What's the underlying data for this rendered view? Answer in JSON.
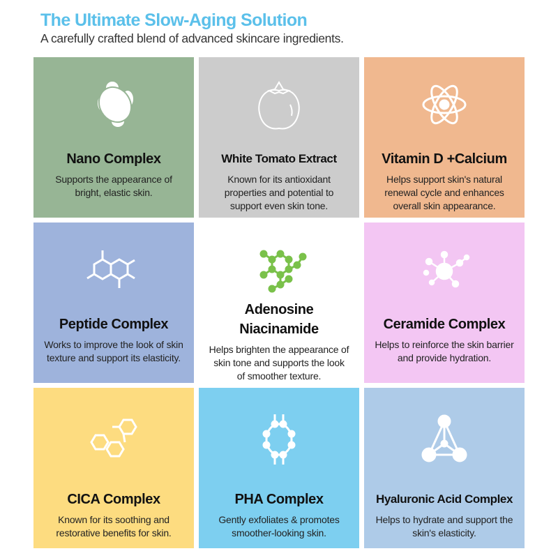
{
  "header": {
    "title": "The Ultimate Slow-Aging Solution",
    "subtitle": "A carefully crafted blend of advanced skincare ingredients."
  },
  "cells": [
    {
      "title": "Nano Complex",
      "desc": "Supports the appearance of bright, elastic skin.",
      "icon": "nano-icon",
      "color": "#97b595"
    },
    {
      "title": "White Tomato Extract",
      "desc": "Known for its antioxidant properties and potential to support even skin tone.",
      "icon": "tomato-icon",
      "color": "#cccccc"
    },
    {
      "title": "Vitamin D +Calcium",
      "desc": "Helps support skin's natural renewal cycle and enhances overall skin appearance.",
      "icon": "atom-icon",
      "color": "#f0b88f"
    },
    {
      "title": "Peptide Complex",
      "desc": "Works to improve the look of skin texture and support its elasticity.",
      "icon": "hexagon-molecule-icon",
      "color": "#9eb3dc"
    },
    {
      "title": "Adenosine Niacinamide",
      "desc": "Helps brighten the appearance of skin tone and supports the look of smoother texture.",
      "icon": "molecule-chain-icon",
      "color": "#ffffff"
    },
    {
      "title": "Ceramide Complex",
      "desc": "Helps to reinforce the skin barrier and provide hydration.",
      "icon": "molecule-cluster-icon",
      "color": "#f3c6f3"
    },
    {
      "title": "CICA Complex",
      "desc": "Known for its soothing and restorative benefits for skin.",
      "icon": "hexagon-chain-icon",
      "color": "#fddc80"
    },
    {
      "title": "PHA Complex",
      "desc": "Gently exfoliates & promotes smoother-looking skin.",
      "icon": "ring-molecule-icon",
      "color": "#7dcff0"
    },
    {
      "title": "Hyaluronic Acid Complex",
      "desc": "Helps to hydrate and support the skin's elasticity.",
      "icon": "tetrahedron-icon",
      "color": "#aecbe8"
    }
  ]
}
